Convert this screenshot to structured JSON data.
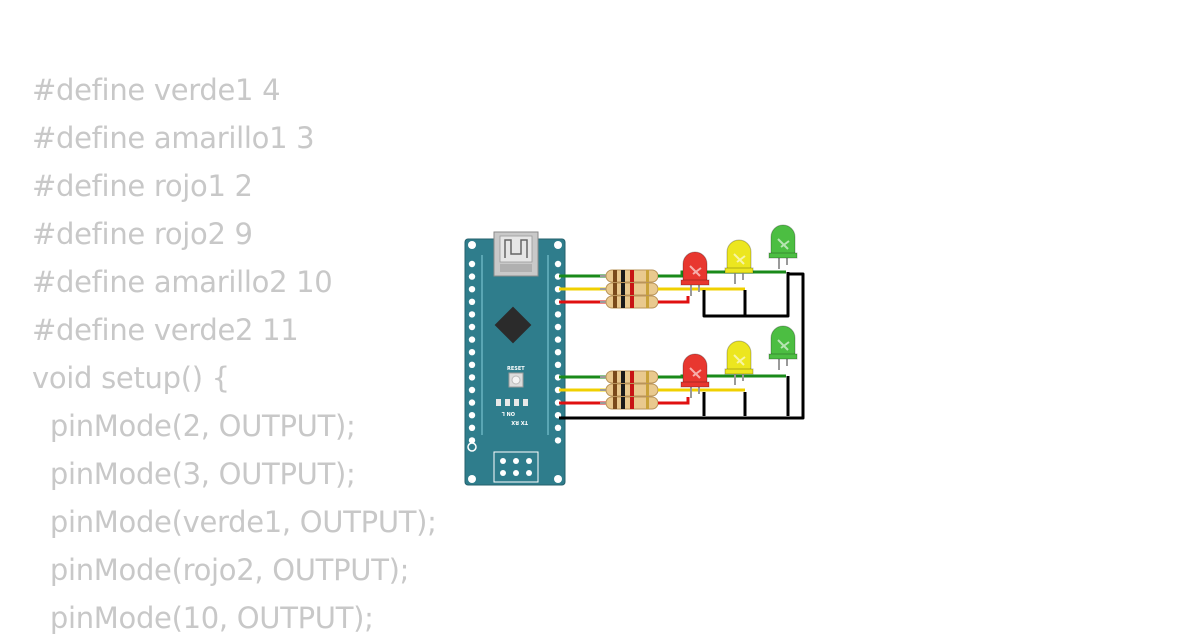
{
  "code": {
    "lines": [
      "#define verde1 4",
      "#define amarillo1 3",
      "#define rojo1 2",
      "#define rojo2 9",
      "#define amarillo2 10",
      "#define verde2 11",
      "void setup() {",
      "  pinMode(2, OUTPUT);",
      "  pinMode(3, OUTPUT);",
      "  pinMode(verde1, OUTPUT);",
      "  pinMode(rojo2, OUTPUT);",
      "  pinMode(10, OUTPUT);"
    ]
  },
  "board": {
    "reset_label": "RESET",
    "on_label": "ON  L",
    "txrx_label": "TX  RX"
  },
  "colors": {
    "board": "#2f7d8c",
    "led_red": "#e8372f",
    "led_yellow": "#ece61f",
    "led_green": "#4cbe42",
    "wire_green": "#1a8a1a",
    "wire_yellow": "#f0d000",
    "wire_red": "#e01010",
    "wire_black": "#000000"
  }
}
